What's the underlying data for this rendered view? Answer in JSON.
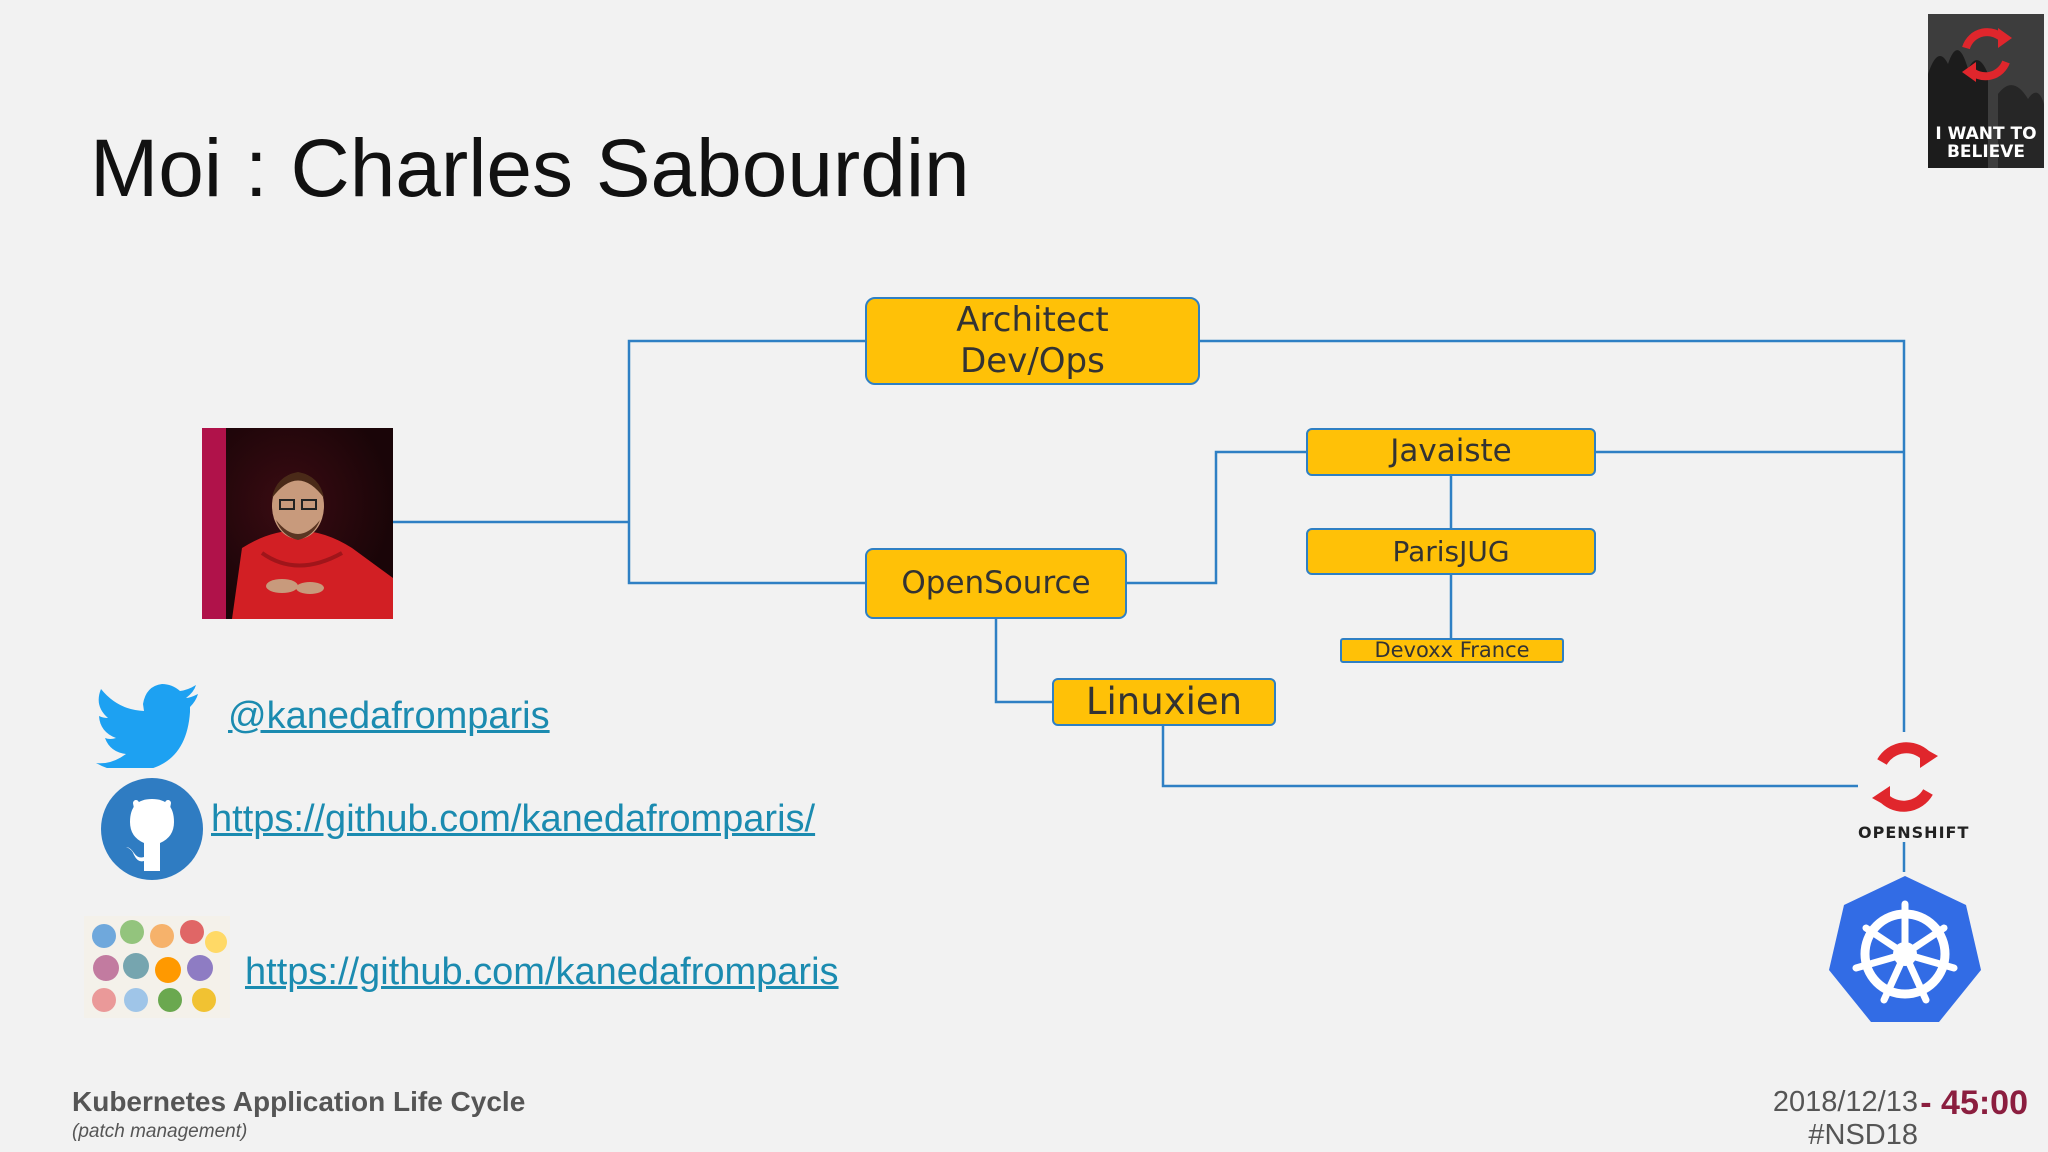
{
  "slide": {
    "title": "Moi : Charles Sabourdin"
  },
  "nodes": {
    "architect": [
      "Architect",
      "Dev/Ops"
    ],
    "javaiste": "Javaiste",
    "parisjug": "ParisJUG",
    "devoxx": "Devoxx France",
    "opensource": "OpenSource",
    "linuxien": "Linuxien"
  },
  "links": {
    "twitter": "@kanedafromparis",
    "github": "https://github.com/kanedafromparis/",
    "github_org": "https://github.com/kanedafromparis"
  },
  "badge": {
    "text": "I WANT TO BELIEVE"
  },
  "openshift": {
    "label": "OPENSHIFT"
  },
  "footer": {
    "title": "Kubernetes Application Life Cycle",
    "subtitle": "(patch management)",
    "date": "2018/12/13",
    "timer": "- 45:00",
    "tag": "#NSD18"
  },
  "colors": {
    "node_fill": "#ffc107",
    "line": "#2f80c4",
    "link": "#1b8bb0",
    "timer": "#8b1e3f",
    "kubernetes": "#326ce5",
    "openshift": "#e0262c"
  }
}
